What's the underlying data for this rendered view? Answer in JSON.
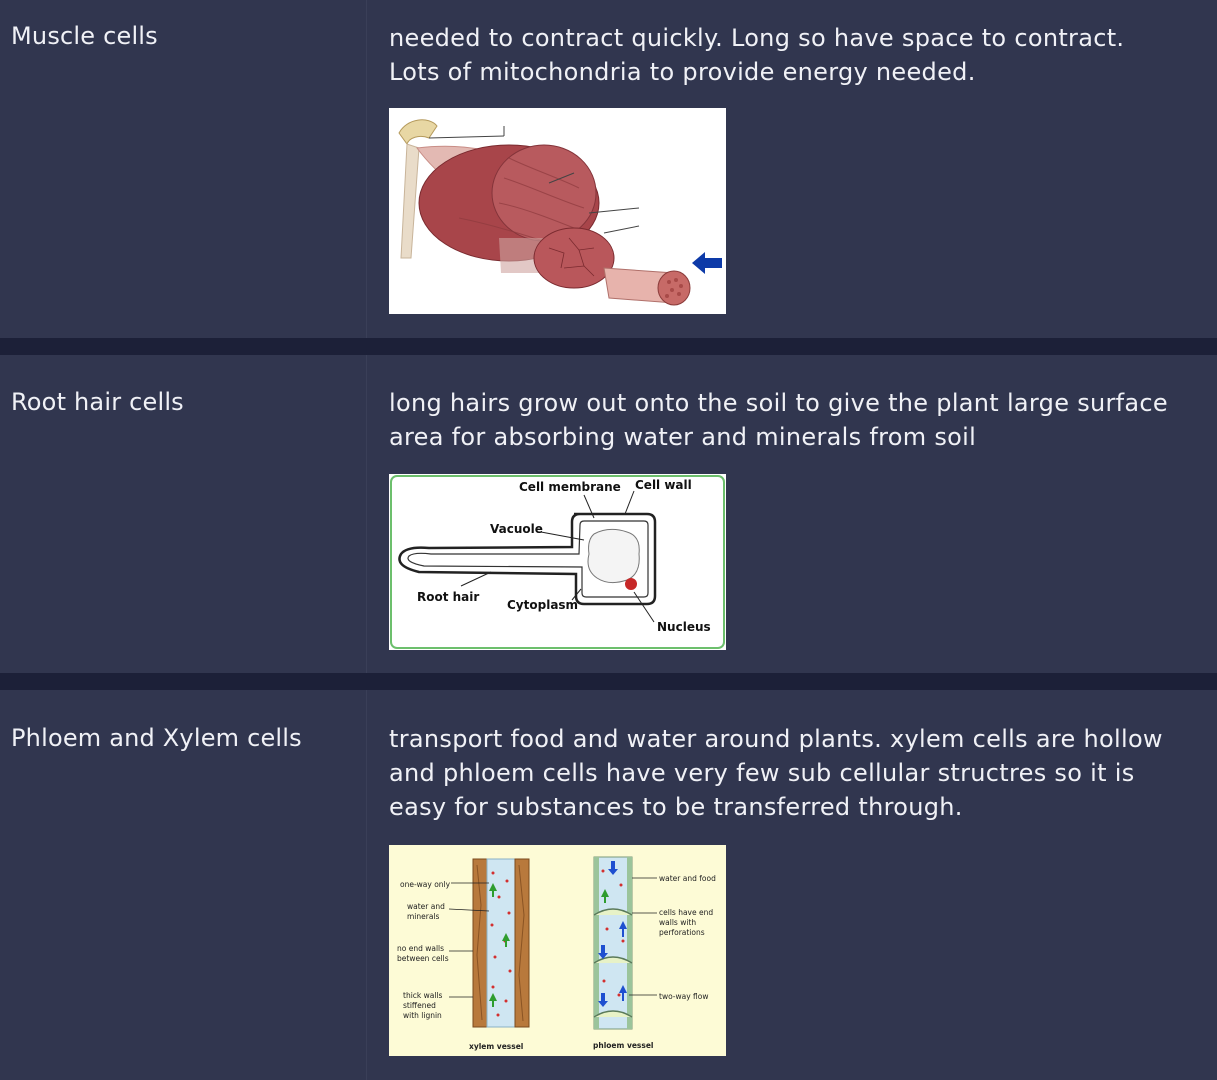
{
  "rows": [
    {
      "title": "Muscle cells",
      "description_lines": [
        "needed to contract quickly. Long so have space to contract.",
        "Lots of mitochondria to provide energy needed."
      ]
    },
    {
      "title": "Root hair cells",
      "description_lines": [
        "long hairs grow out onto the soil to give the plant large surface",
        "area for absorbing water and minerals from soil"
      ],
      "diagram_labels": {
        "cell_membrane": "Cell membrane",
        "cell_wall": "Cell wall",
        "vacuole": "Vacuole",
        "root_hair": "Root hair",
        "cytoplasm": "Cytoplasm",
        "nucleus": "Nucleus"
      }
    },
    {
      "title": "Phloem and Xylem cells",
      "description_lines": [
        "transport food and water around plants. xylem cells are hollow",
        "and phloem cells have very few sub cellular structres so it is",
        "easy for substances to be transferred through."
      ],
      "diagram_labels": {
        "one_way": "one-way only",
        "water_minerals_1": "water and",
        "water_minerals_2": "minerals",
        "no_end_walls_1": "no end walls",
        "no_end_walls_2": "between cells",
        "thick_walls_1": "thick walls",
        "thick_walls_2": "stiffened",
        "thick_walls_3": "with lignin",
        "water_food": "water and food",
        "end_walls_1": "cells have end",
        "end_walls_2": "walls with",
        "end_walls_3": "perforations",
        "two_way": "two-way flow",
        "xylem_vessel": "xylem vessel",
        "phloem_vessel": "phloem vessel"
      }
    }
  ],
  "colors": {
    "background": "#31364f",
    "divider": "#1c2038",
    "text": "#f0f1f6",
    "figure_bg_phloem": "#fdfbd6",
    "root_border": "#6cbf6c"
  }
}
